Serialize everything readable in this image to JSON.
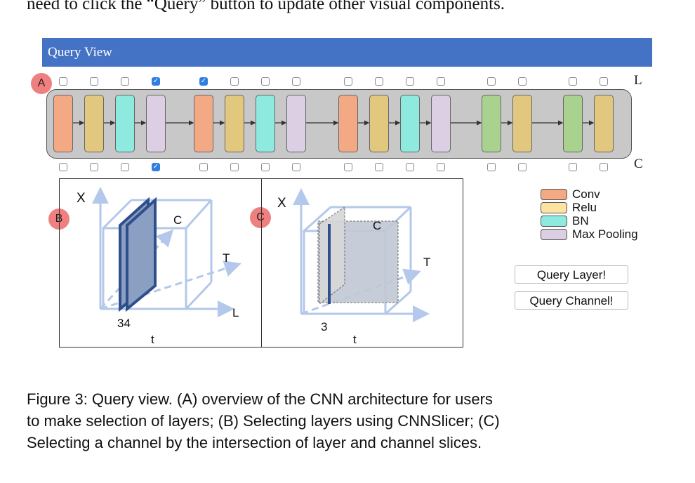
{
  "intro_text": "need to click the “Query” button to update other visual components.",
  "query_view": {
    "title": "Query View"
  },
  "tags": {
    "a": "A",
    "b": "B",
    "c": "C"
  },
  "architecture": {
    "row_label_top": "L",
    "row_label_bottom": "C",
    "blocks": [
      "Conv",
      "Relu",
      "BN",
      "Max Pooling",
      "Conv",
      "Relu",
      "BN",
      "Max Pooling",
      "Conv",
      "Relu",
      "BN",
      "Max Pooling",
      "Dense",
      "Relu",
      "Dense",
      "Relu"
    ],
    "top_checked": [
      false,
      false,
      false,
      true,
      true,
      false,
      false,
      false,
      false,
      false,
      false,
      false,
      false,
      false,
      false,
      false
    ],
    "bottom_checked": [
      false,
      false,
      false,
      true,
      false,
      false,
      false,
      false,
      false,
      false,
      false,
      false,
      false,
      false,
      false,
      false
    ]
  },
  "colors": {
    "Conv": "#f4a985",
    "Relu": "#e2c77e",
    "BN": "#8ee9df",
    "Max Pooling": "#dccfe3",
    "Dense": "#a8d28e",
    "header": "#4472c4",
    "tag": "#f08080",
    "cube": "#b3c8ea",
    "slice": "#2f4e8c"
  },
  "legend": [
    {
      "label": "Conv",
      "color": "#f4a985"
    },
    {
      "label": "Relu",
      "color": "#fde2a0"
    },
    {
      "label": "BN",
      "color": "#8ee9df"
    },
    {
      "label": "Max Pooling",
      "color": "#dccfe3"
    }
  ],
  "slicer_b": {
    "x_label": "X",
    "c_label": "C",
    "t_label": "T",
    "l_label": "L",
    "value": "34",
    "bottom_label": "t"
  },
  "slicer_c": {
    "x_label": "X",
    "c_label": "C",
    "t_label": "T",
    "value": "3",
    "bottom_label": "t"
  },
  "buttons": {
    "query_layer": "Query Layer!",
    "query_channel": "Query Channel!"
  },
  "caption": [
    "Figure 3: Query view. (A) overview of the CNN architecture for users",
    "to make selection of layers; (B) Selecting layers using CNNSlicer; (C)",
    "Selecting a channel by the intersection of layer and channel slices."
  ]
}
